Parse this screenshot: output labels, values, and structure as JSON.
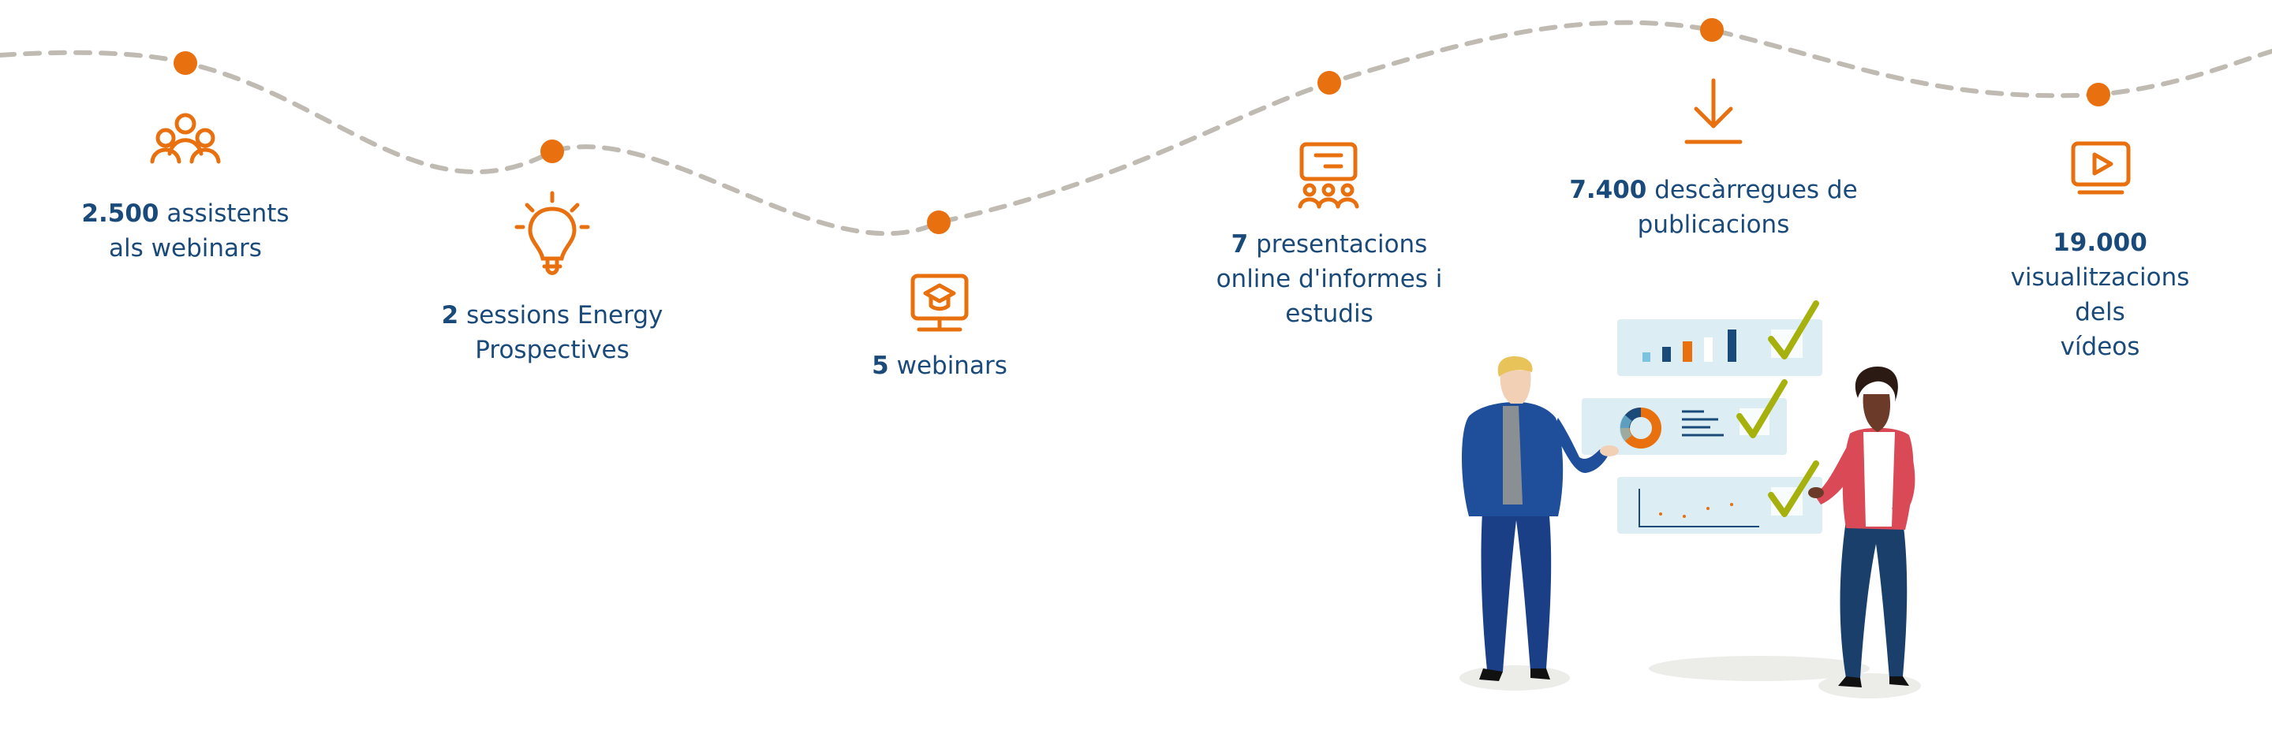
{
  "colors": {
    "accent_orange": "#e8700f",
    "text_navy": "#1a4a7a",
    "dashed_line": "#bfbab2",
    "check_green": "#a7b10e",
    "panel_blue": "#dcedf3"
  },
  "milestones": [
    {
      "icon": "people-group-icon",
      "value": "2.500",
      "text": "assistents",
      "text2": "als webinars"
    },
    {
      "icon": "lightbulb-icon",
      "value": "2",
      "text": "sessions Energy",
      "text2": "Prospectives"
    },
    {
      "icon": "monitor-graduation-icon",
      "value": "5",
      "text": "webinars",
      "text2": ""
    },
    {
      "icon": "presentation-audience-icon",
      "value": "7",
      "text": "presentacions",
      "text2": "online d'informes i",
      "text3": "estudis"
    },
    {
      "icon": "download-icon",
      "value": "7.400",
      "text": "descàrregues de",
      "text2": "publicacions"
    },
    {
      "icon": "video-play-icon",
      "value": "19.000",
      "text": "",
      "text2": "visualitzacions dels",
      "text3": "vídeos"
    }
  ]
}
